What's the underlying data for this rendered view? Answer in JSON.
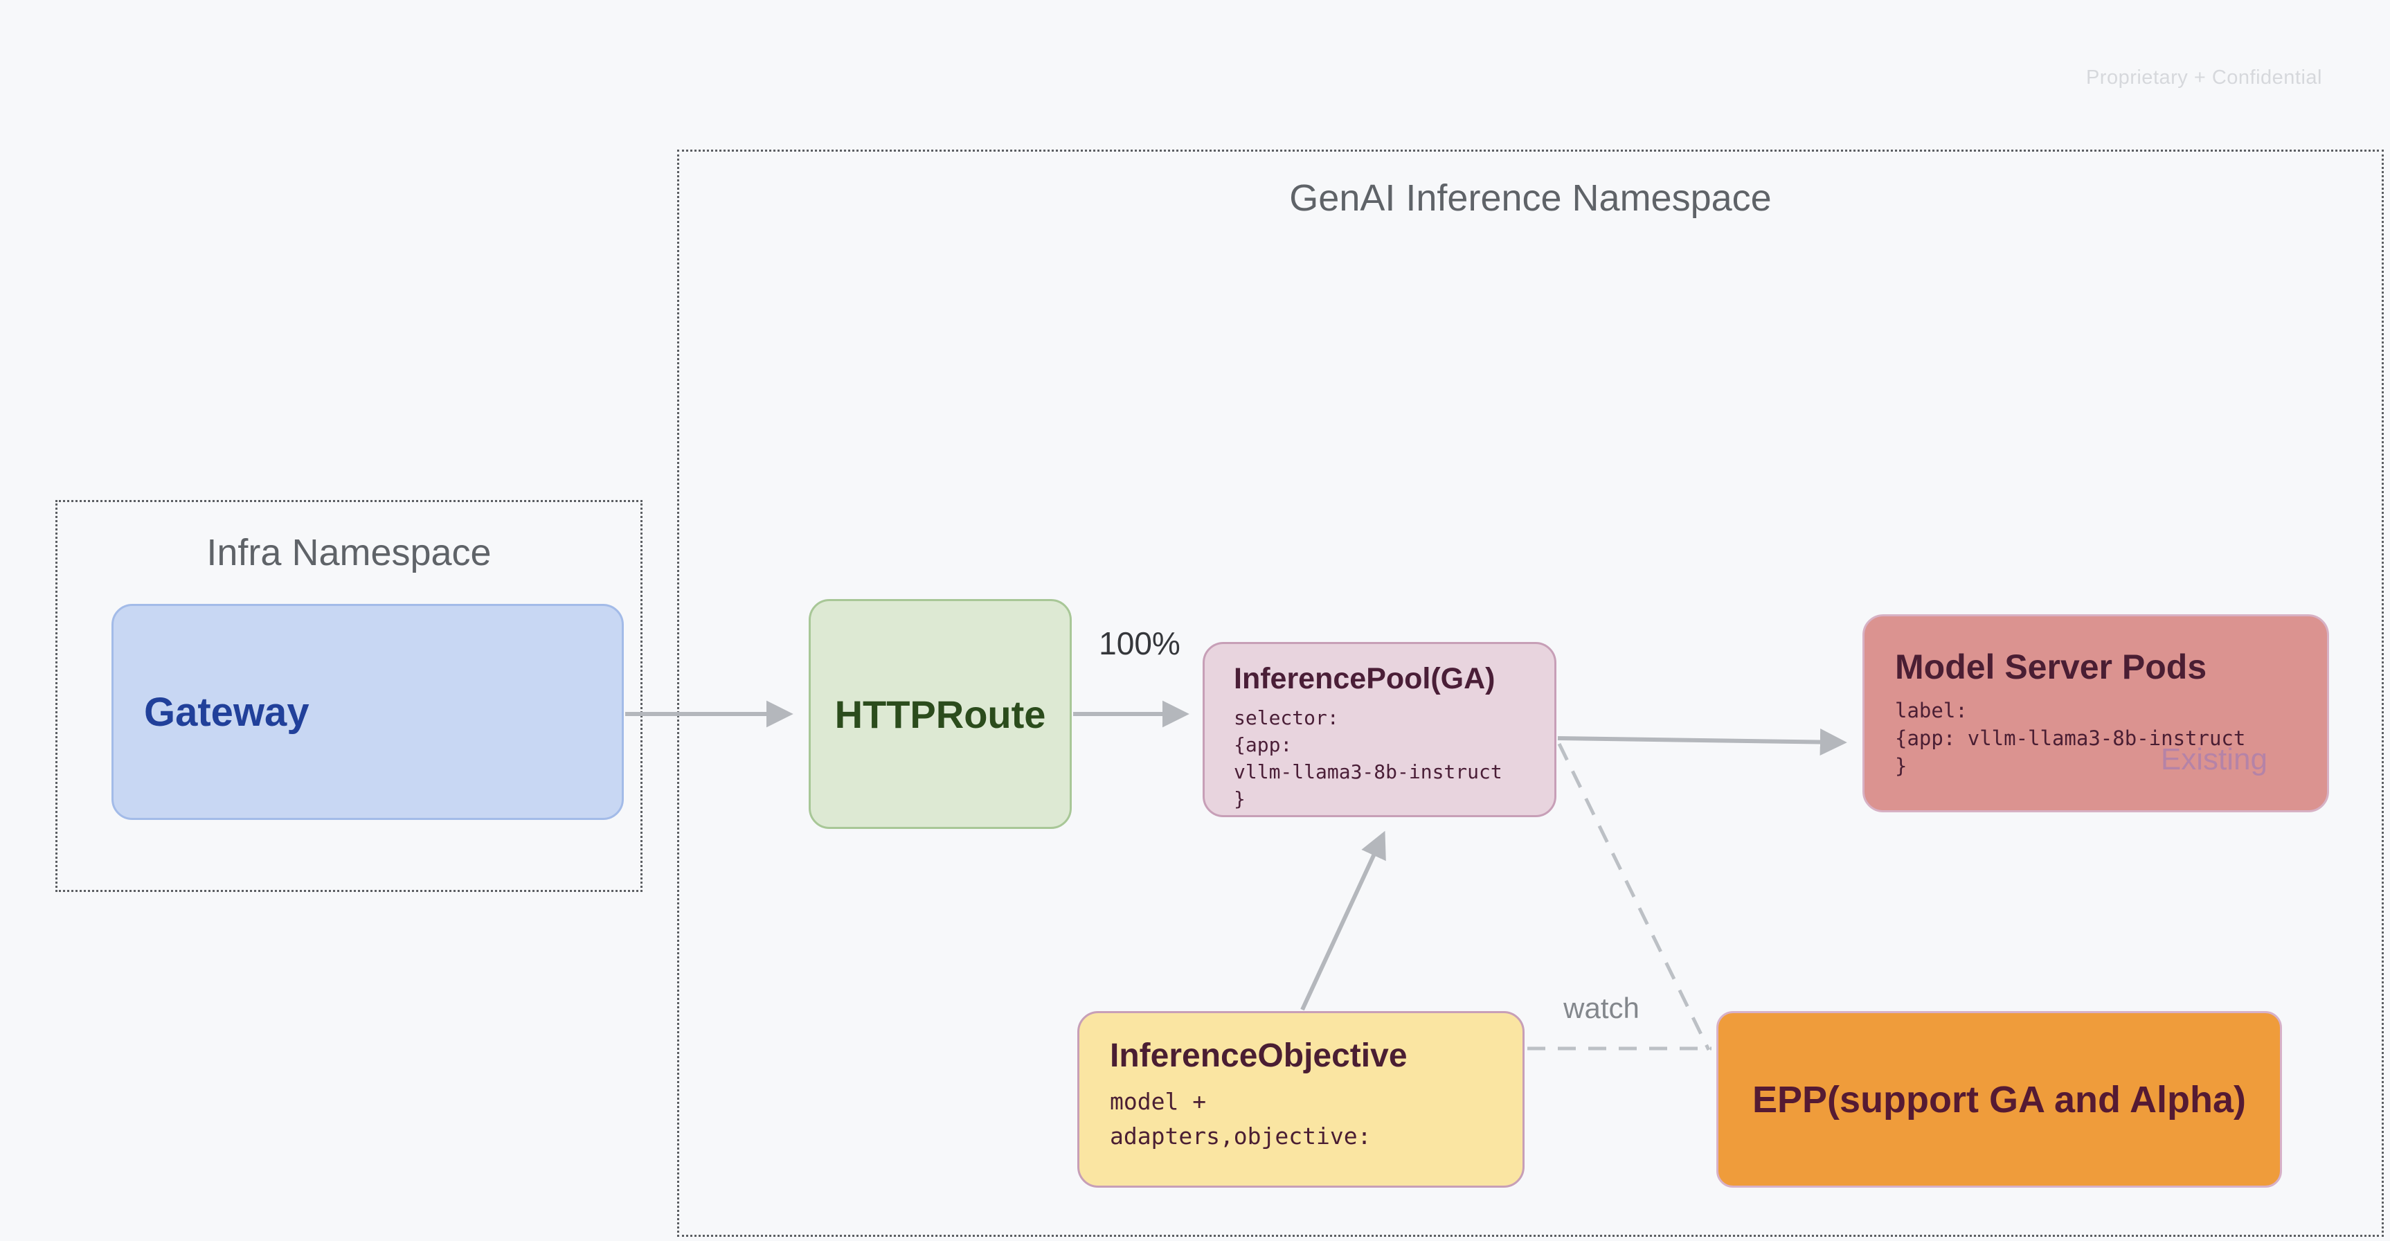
{
  "watermark": "Proprietary + Confidential",
  "genai_namespace": {
    "title": "GenAI Inference Namespace"
  },
  "infra_namespace": {
    "title": "Infra Namespace"
  },
  "nodes": {
    "gateway": {
      "label": "Gateway"
    },
    "httproute": {
      "label": "HTTPRoute"
    },
    "inference_pool": {
      "title": "InferencePool(GA)",
      "code": "selector:\n{app:\nvllm-llama3-8b-instruct\n}"
    },
    "model_server_pods": {
      "title": "Model Server Pods",
      "code": "label:\n{app: vllm-llama3-8b-instruct\n}",
      "status_tag": "Existing"
    },
    "inference_objective": {
      "title": "InferenceObjective",
      "code": "model +\nadapters,objective:"
    },
    "epp": {
      "label": "EPP(support GA and Alpha)"
    }
  },
  "edge_labels": {
    "httproute_to_pool": "100%",
    "objective_to_epp": "watch"
  },
  "colors": {
    "background": "#f7f8fa",
    "gateway_fill": "#c8d7f3",
    "gateway_border": "#a3bbe8",
    "gateway_text": "#21409a",
    "httproute_fill": "#dde9d3",
    "httproute_border": "#a8c797",
    "httproute_text": "#2b4c1c",
    "pool_fill": "#e8d4de",
    "pool_border": "#c79fb7",
    "model_fill": "#db9390",
    "objective_fill": "#fae5a2",
    "epp_fill": "#ef9c3b",
    "dark_maroon_text": "#4a1e33",
    "existing_text": "#b583a7",
    "arrow": "#b4b7bc",
    "namespace_border": "#5b5e62",
    "namespace_title": "#5f6368"
  }
}
